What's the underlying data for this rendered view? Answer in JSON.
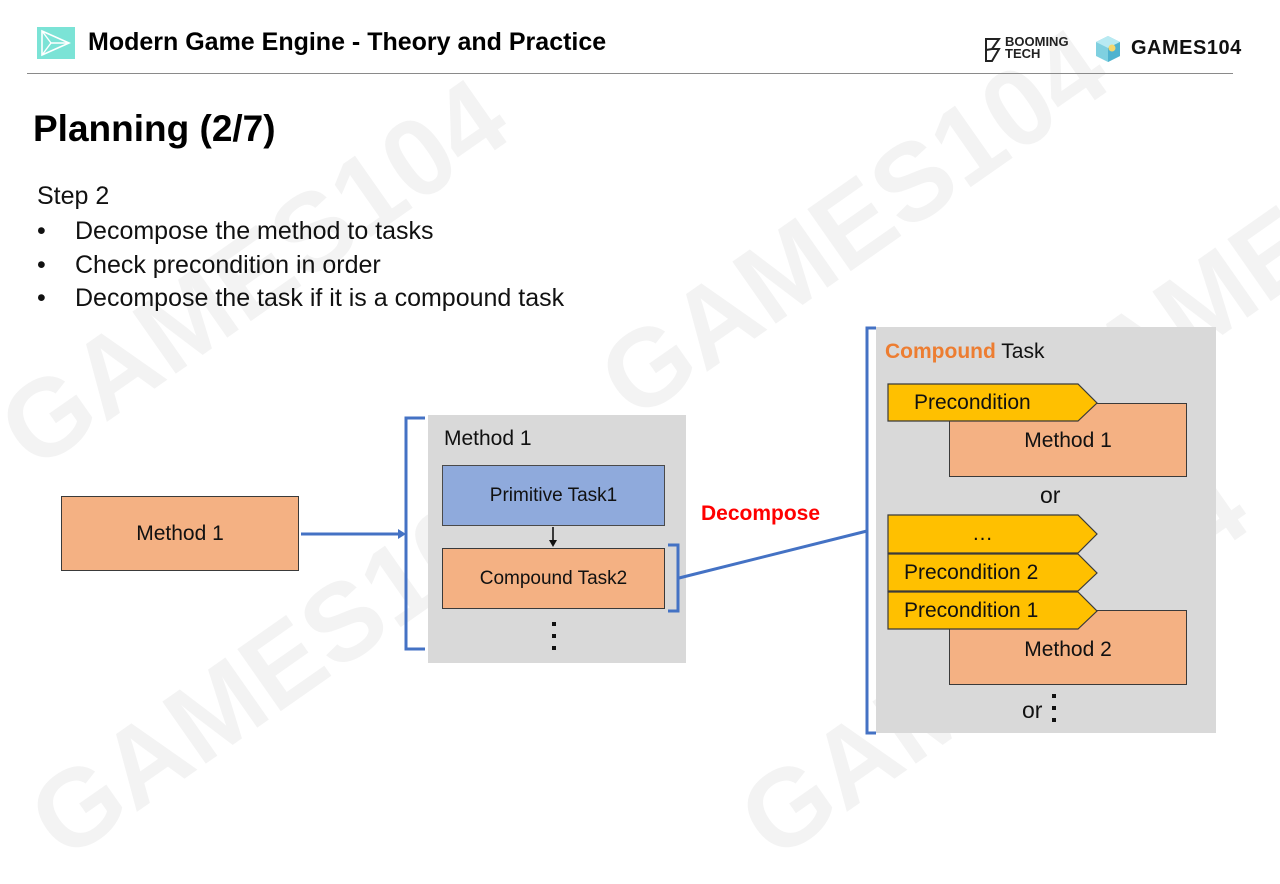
{
  "header": {
    "course_title": "Modern Game Engine - Theory and Practice",
    "logo_icon": "play-triangle-icon",
    "brand_booming_line1": "BOOMING",
    "brand_booming_line2": "TECH",
    "brand_games": "GAMES104"
  },
  "slide": {
    "title": "Planning (2/7)",
    "step_label": "Step 2",
    "bullets": [
      "Decompose the method to tasks",
      "Check precondition in order",
      "Decompose the task if it is a compound task"
    ],
    "bullet_glyph": "•"
  },
  "diagram": {
    "left_method": "Method 1",
    "method_panel": {
      "title": "Method 1",
      "primitive_task": "Primitive Task1",
      "compound_task": "Compound Task2",
      "continuation": "⋮"
    },
    "decompose_label": "Decompose",
    "compound_panel": {
      "title_highlight": "Compound",
      "title_rest": " Task",
      "precondition_top": "Precondition",
      "method_1": "Method 1",
      "or_1": "or",
      "precondition_ellipsis": "…",
      "precondition_2": "Precondition 2",
      "precondition_1": "Precondition 1",
      "method_2": "Method 2",
      "or_2": "or"
    },
    "colors": {
      "orange_box": "#f4b183",
      "blue_box": "#8faadc",
      "precondition_fill": "#ffc000",
      "panel_gray": "#d9d9d9",
      "connector_blue": "#4472c4",
      "decompose_red": "#ff0000",
      "compound_orange": "#ed7d31",
      "logo_teal": "#7be3d6"
    }
  }
}
